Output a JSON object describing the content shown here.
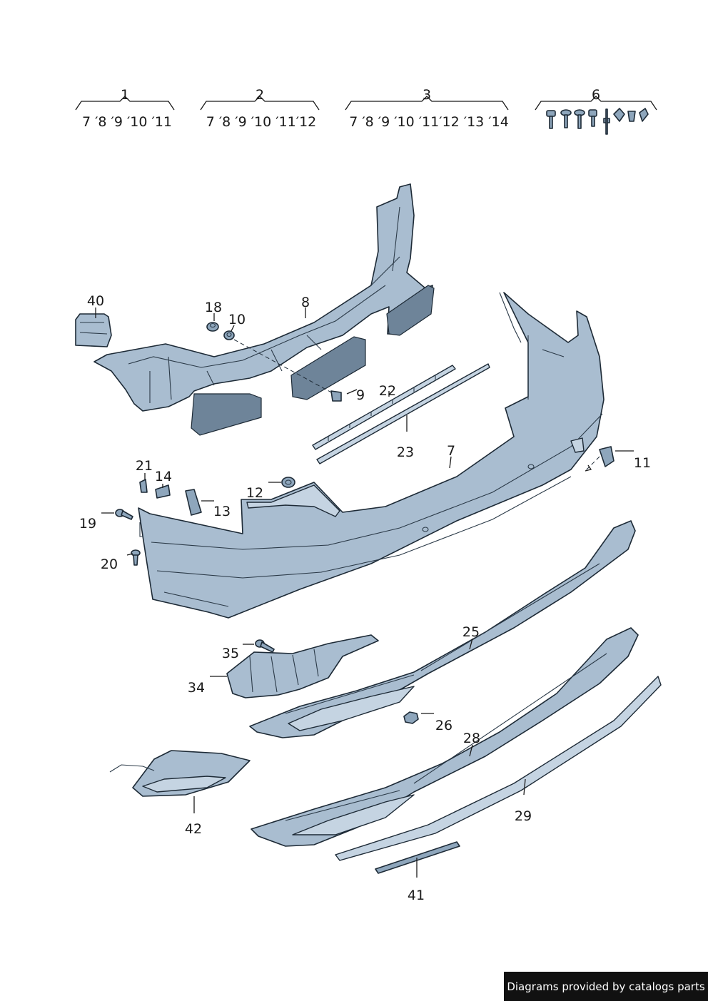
{
  "groups": [
    {
      "number": "1",
      "contents": "7 ′8 ′9 ′10 ′11"
    },
    {
      "number": "2",
      "contents": "7 ′8 ′9 ′10 ′11′12"
    },
    {
      "number": "3",
      "contents": "7 ′8 ′9 ′10 ′11′12 ′13 ′14"
    },
    {
      "number": "6",
      "contents": ""
    }
  ],
  "callouts": {
    "p7": "7",
    "p8": "8",
    "p9": "9",
    "p10": "10",
    "p11": "11",
    "p12": "12",
    "p13": "13",
    "p14": "14",
    "p18": "18",
    "p19": "19",
    "p20": "20",
    "p21": "21",
    "p22": "22",
    "p23": "23",
    "p25": "25",
    "p26": "26",
    "p28": "28",
    "p29": "29",
    "p34": "34",
    "p35": "35",
    "p40": "40",
    "p41": "41",
    "p42": "42"
  },
  "footer": "Diagrams provided by catalogs parts"
}
